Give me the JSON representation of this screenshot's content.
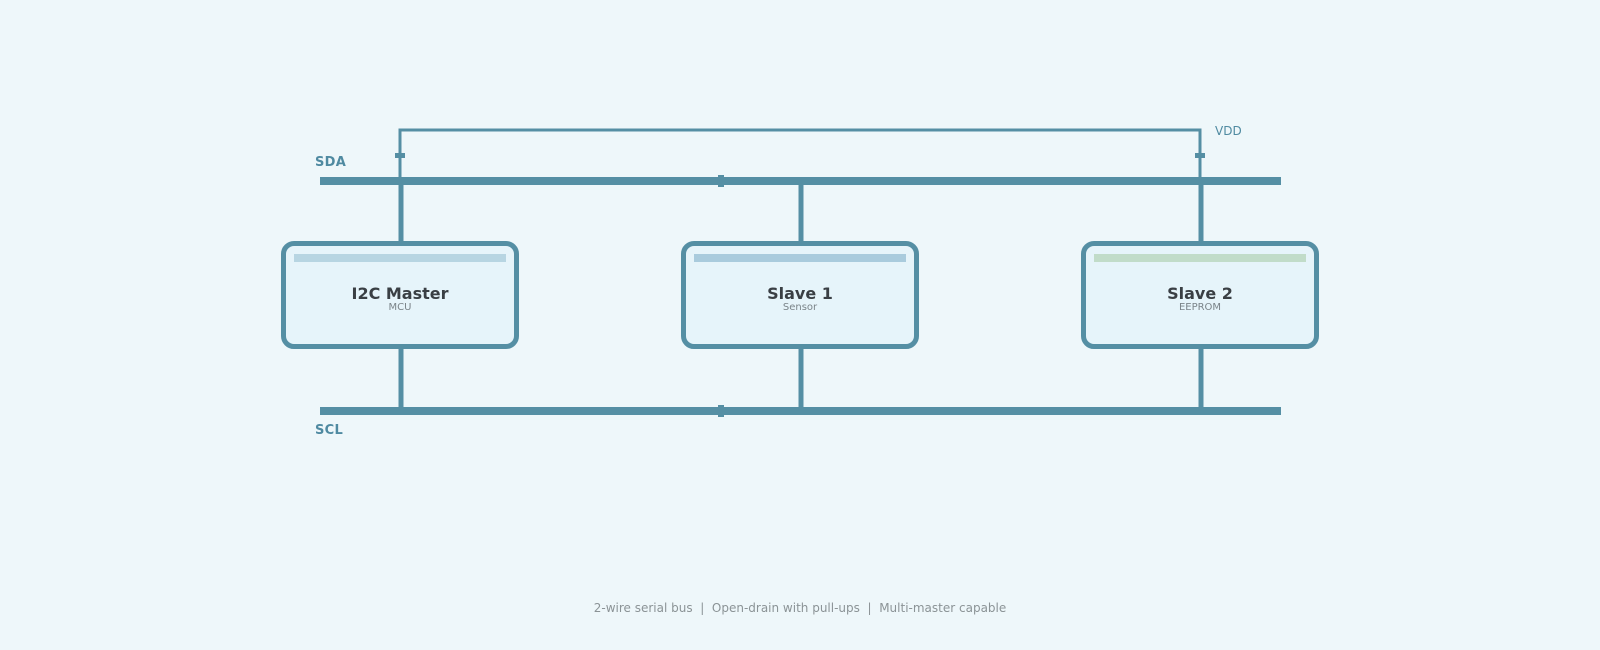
{
  "colors": {
    "background": "#eef7fa",
    "bus": "#558fa4",
    "node_fill": "#e6f4fa",
    "label": "#4f8aa1"
  },
  "buses": {
    "sda_label": "SDA",
    "scl_label": "SCL",
    "vdd_label": "VDD"
  },
  "nodes": [
    {
      "title": "I2C Master",
      "subtitle": "MCU",
      "strip_color": "#b7d5e2"
    },
    {
      "title": "Slave 1",
      "subtitle": "Sensor",
      "strip_color": "#a9cbdd"
    },
    {
      "title": "Slave 2",
      "subtitle": "EEPROM",
      "strip_color": "#c1dcc9"
    }
  ],
  "footer": "2-wire serial bus  |  Open-drain with pull-ups  |  Multi-master capable"
}
